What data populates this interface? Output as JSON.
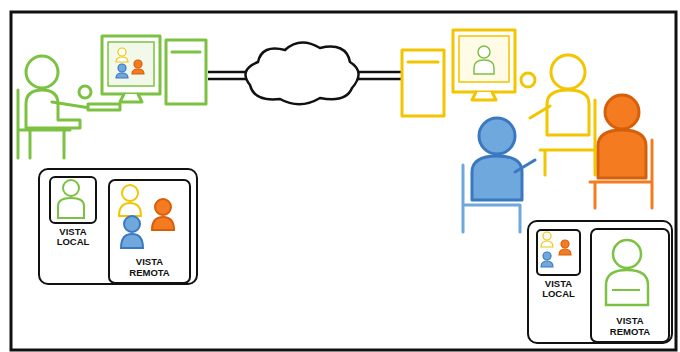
{
  "diagram": {
    "nodes": [
      {
        "text": []
      },
      {
        "text": [
          "VISTA LOCAL"
        ],
        "in": 0
      },
      {
        "text": [
          "VISTA REMOTA"
        ],
        "in": 0
      },
      {
        "text": []
      },
      {
        "text": [
          "VISTA LOCAL"
        ],
        "in": 3
      },
      {
        "text": [
          "VISTA REMOTA"
        ],
        "in": 3
      }
    ]
  }
}
